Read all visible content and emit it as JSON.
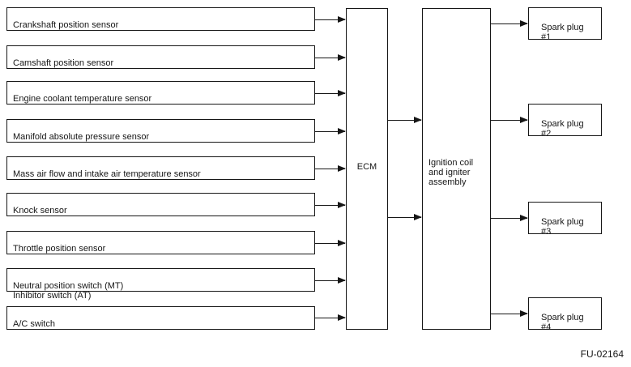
{
  "diagram": {
    "sensors": [
      {
        "label": "Crankshaft position sensor"
      },
      {
        "label": "Camshaft position sensor"
      },
      {
        "label": "Engine coolant temperature sensor"
      },
      {
        "label": "Manifold absolute pressure sensor"
      },
      {
        "label": "Mass air flow and intake air temperature sensor"
      },
      {
        "label": "Knock sensor"
      },
      {
        "label": "Throttle position sensor"
      },
      {
        "label": "Neutral position switch (MT)\nInhibitor switch (AT)"
      },
      {
        "label": "A/C switch"
      }
    ],
    "ecm": {
      "label": "ECM"
    },
    "ignition": {
      "label": "Ignition coil\nand igniter\nassembly"
    },
    "spark_plugs": [
      {
        "label": "Spark plug\n#1"
      },
      {
        "label": "Spark plug\n#2"
      },
      {
        "label": "Spark plug\n#3"
      },
      {
        "label": "Spark plug\n#4"
      }
    ],
    "figure_code": "FU-02164",
    "colors": {
      "line": "#161616",
      "background": "#ffffff"
    }
  }
}
